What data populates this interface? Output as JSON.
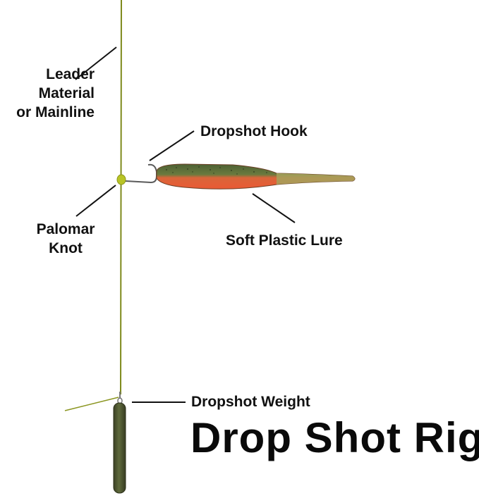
{
  "labels": {
    "leader": [
      "Leader",
      "Material",
      "or Mainline"
    ],
    "hook": "Dropshot Hook",
    "knot": [
      "Palomar",
      "Knot"
    ],
    "lure": "Soft Plastic Lure",
    "weight": "Dropshot Weight"
  },
  "title": "Drop Shot Rig",
  "colors": {
    "line": "#7e8a1c",
    "knot": "#b8c426",
    "lure_back": "#566b3a",
    "lure_belly": "#e0613a",
    "lure_tail": "#9c9f5a",
    "weight": "#4f5532",
    "pointer": "#111111",
    "text": "#111111"
  }
}
